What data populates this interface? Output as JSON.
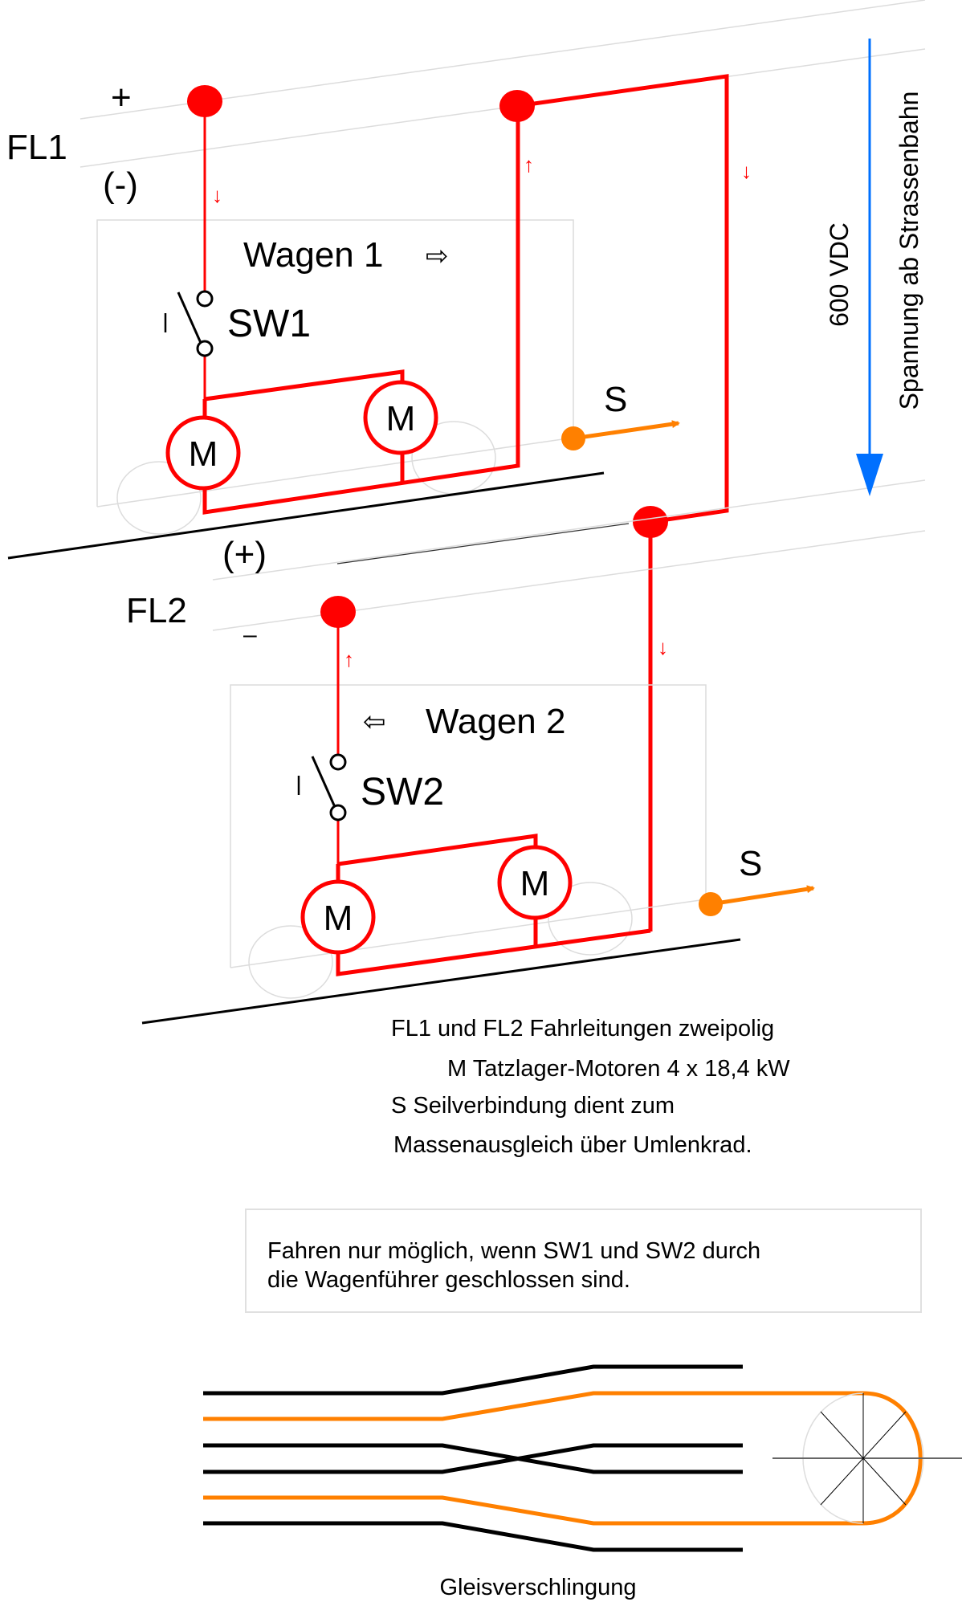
{
  "colors": {
    "circuit": "#ff0000",
    "rope": "#ff8000",
    "voltage_arrow": "#0070ff",
    "track": "#000000"
  },
  "labels": {
    "fl1": "FL1",
    "fl1_plus": "+",
    "fl1_minus": "(-)",
    "fl2": "FL2",
    "fl2_plus": "(+)",
    "fl2_minus": "–",
    "wagen1": "Wagen 1",
    "wagen1_arrow": "⇨",
    "wagen2": "Wagen 2",
    "wagen2_arrow": "⇦",
    "sw1": "SW1",
    "sw2": "SW2",
    "switch_handle": "I",
    "motor": "M",
    "rope": "S",
    "current_down": "↓",
    "current_up": "↑",
    "voltage": "600 VDC",
    "voltage_source": "Spannung ab Strassenbahn"
  },
  "notes": [
    "FL1 und FL2 Fahrleitungen zweipolig",
    "M Tatzlager-Motoren 4 x 18,4 kW",
    "S Seilverbindung dient zum",
    "Massenausgleich über Umlenkrad."
  ],
  "info_box": [
    "Fahren nur möglich, wenn SW1 und SW2 durch",
    "die Wagenführer geschlossen sind."
  ],
  "track_caption": "Gleisverschlingung"
}
